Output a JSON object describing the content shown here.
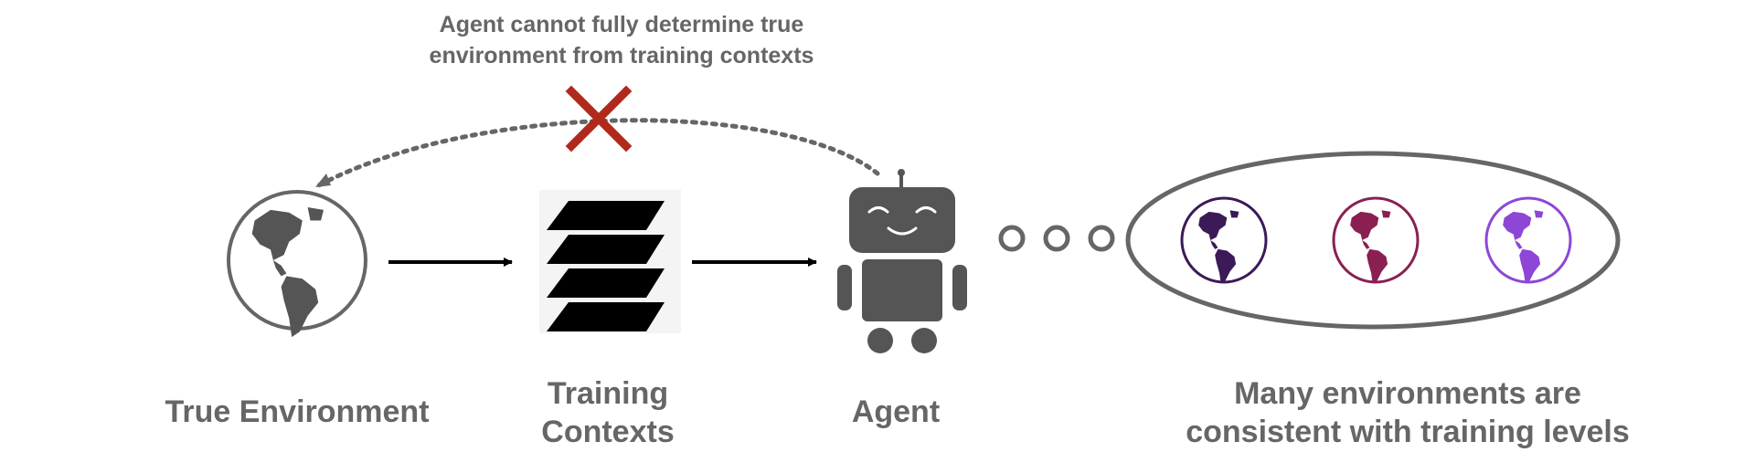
{
  "caption_top": {
    "line1": "Agent cannot fully determine true",
    "line2": "environment from training contexts"
  },
  "labels": {
    "true_environment": "True Environment",
    "training_contexts_line1": "Training",
    "training_contexts_line2": "Contexts",
    "agent": "Agent",
    "many_envs_line1": "Many environments are",
    "many_envs_line2": "consistent with training levels"
  },
  "colors": {
    "text_gray": "#666666",
    "icon_gray": "#555555",
    "cross_red": "#b0291c",
    "globe_1": "#3b1a57",
    "globe_2": "#8a1f52",
    "globe_3": "#8e46d6"
  }
}
